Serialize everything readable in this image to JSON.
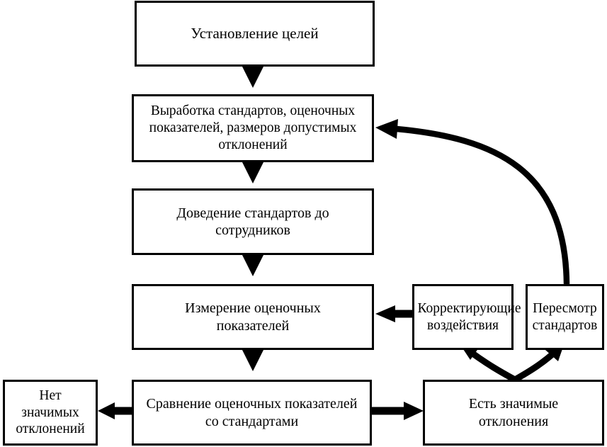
{
  "nodes": {
    "goals": {
      "label": "Установление целей"
    },
    "standards": {
      "label": "Выработка стандартов, оценочных показателей, размеров допустимых отклонений"
    },
    "communicate": {
      "label": "Доведение стандартов до сотрудников"
    },
    "measure": {
      "label": "Измерение оценочных показателей"
    },
    "compare": {
      "label": "Сравнение оценочных показателей со стандартами"
    },
    "no_deviation": {
      "label": "Нет значимых отклонений"
    },
    "deviation": {
      "label": "Есть значимые отклонения"
    },
    "corrective": {
      "label": "Корректирующие воздействия"
    },
    "revision": {
      "label": "Пересмотр стандартов"
    }
  },
  "edges": [
    {
      "from": "goals",
      "to": "standards"
    },
    {
      "from": "standards",
      "to": "communicate"
    },
    {
      "from": "communicate",
      "to": "measure"
    },
    {
      "from": "measure",
      "to": "compare"
    },
    {
      "from": "compare",
      "to": "no_deviation"
    },
    {
      "from": "compare",
      "to": "deviation"
    },
    {
      "from": "deviation",
      "to": "corrective"
    },
    {
      "from": "deviation",
      "to": "revision"
    },
    {
      "from": "corrective",
      "to": "measure"
    },
    {
      "from": "revision",
      "to": "standards"
    }
  ],
  "colors": {
    "line": "#000000",
    "box_fill": "#ffffff"
  }
}
